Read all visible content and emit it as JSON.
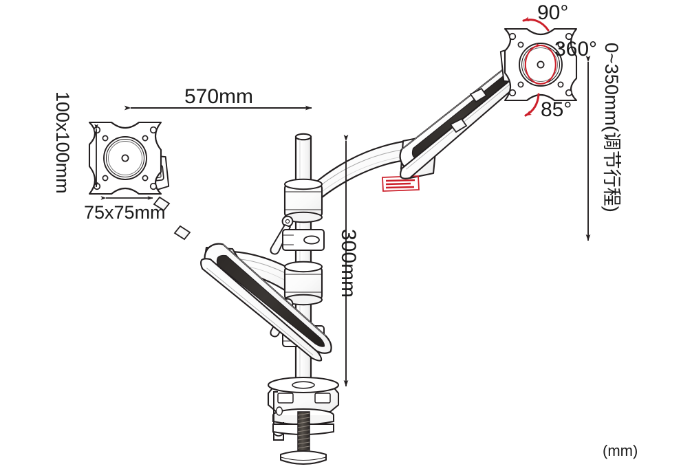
{
  "diagram": {
    "type": "technical-line-drawing",
    "subject": "dual-monitor gas-spring desk mount, clamp base",
    "unit_note": "(mm)",
    "accent_color": "#cc1f2a",
    "line_color": "#231f20"
  },
  "dimensions": {
    "reach": {
      "label": "570mm",
      "orientation": "horizontal",
      "value": 570,
      "unit": "mm"
    },
    "column_height": {
      "label": "300mm",
      "orientation": "vertical",
      "value": 300,
      "unit": "mm"
    },
    "vesa_vertical": {
      "label": "100x100mm",
      "orientation": "vertical",
      "value": "100x100",
      "unit": "mm"
    },
    "vesa_horizontal": {
      "label": "75x75mm",
      "orientation": "horizontal",
      "value": "75x75",
      "unit": "mm"
    },
    "lift_travel": {
      "label": "0~350mm(调节行程)",
      "orientation": "vertical",
      "range_min": 0,
      "range_max": 350,
      "unit": "mm",
      "note": "调节行程"
    }
  },
  "motion_callouts": {
    "tilt_up": "90°",
    "rotate": "360°",
    "tilt_down": "85°"
  },
  "parts": {
    "vesa_plate_left": "vesa-mounting-plate",
    "vesa_plate_right": "vesa-mounting-plate",
    "arm_left": "gas-spring-arm",
    "arm_right": "gas-spring-arm",
    "pole": "vertical-column",
    "clamp": "desk-c-clamp"
  }
}
